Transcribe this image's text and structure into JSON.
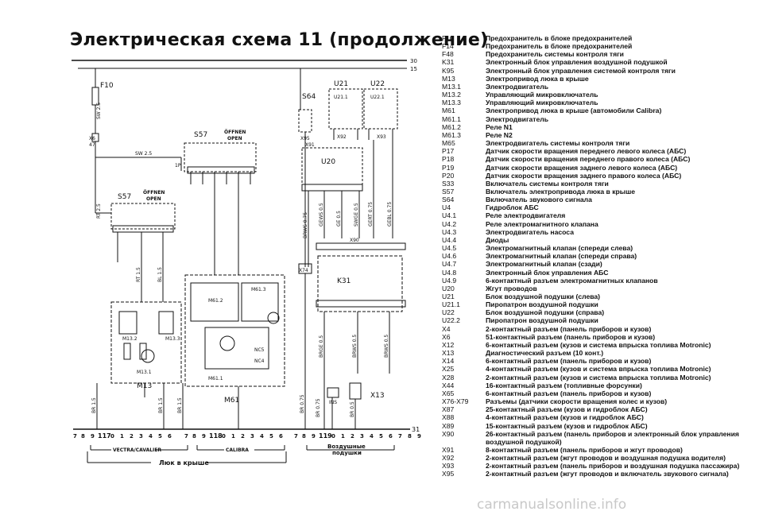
{
  "title": "Электрическая схема 11 (продолжение)",
  "legend": [
    {
      "code": "F10",
      "desc": "Предохранитель в блоке предохранителей"
    },
    {
      "code": "F14",
      "desc": "Предохранитель в блоке предохранителей"
    },
    {
      "code": "F48",
      "desc": "Предохранитель системы контроля тяги"
    },
    {
      "code": "K31",
      "desc": "Электронный блок управления воздушной подушкой"
    },
    {
      "code": "K95",
      "desc": "Электронный блок управления системой контроля тяги"
    },
    {
      "code": "M13",
      "desc": "Электропривод люка в крыше"
    },
    {
      "code": "M13.1",
      "desc": "Электродвигатель"
    },
    {
      "code": "M13.2",
      "desc": "Управляющий микровключатель"
    },
    {
      "code": "M13.3",
      "desc": "Управляющий микровключатель"
    },
    {
      "code": "M61",
      "desc": "Электропривод люка в крыше (автомобили Calibra)"
    },
    {
      "code": "M61.1",
      "desc": "Электродвигатель"
    },
    {
      "code": "M61.2",
      "desc": "Реле N1"
    },
    {
      "code": "M61.3",
      "desc": "Реле N2"
    },
    {
      "code": "M65",
      "desc": "Электродвигатель системы контроля тяги"
    },
    {
      "code": "P17",
      "desc": "Датчик скорости вращения переднего левого колеса (АБС)"
    },
    {
      "code": "P18",
      "desc": "Датчик скорости вращения переднего правого колеса (АБС)"
    },
    {
      "code": "P19",
      "desc": "Датчик скорости вращения заднего левого колеса (АБС)"
    },
    {
      "code": "P20",
      "desc": "Датчик скорости вращения заднего правого колеса (АБС)"
    },
    {
      "code": "S33",
      "desc": "Включатель системы контроля тяги"
    },
    {
      "code": "S57",
      "desc": "Включатель электропривода люка в крыше"
    },
    {
      "code": "S64",
      "desc": "Включатель звукового сигнала"
    },
    {
      "code": "U4",
      "desc": "Гидроблок АБС"
    },
    {
      "code": "U4.1",
      "desc": "Реле электродвигателя"
    },
    {
      "code": "U4.2",
      "desc": "Реле электромагнитного клапана"
    },
    {
      "code": "U4.3",
      "desc": "Электродвигатель насоса"
    },
    {
      "code": "U4.4",
      "desc": "Диоды"
    },
    {
      "code": "U4.5",
      "desc": "Электромагнитный клапан (спереди слева)"
    },
    {
      "code": "U4.6",
      "desc": "Электромагнитный клапан (спереди справа)"
    },
    {
      "code": "U4.7",
      "desc": "Электромагнитный клапан (сзади)"
    },
    {
      "code": "U4.8",
      "desc": "Электронный блок управления АБС"
    },
    {
      "code": "U4.9",
      "desc": "6-контактный разъем электромагнитных клапанов"
    },
    {
      "code": "U20",
      "desc": "Жгут проводов"
    },
    {
      "code": "U21",
      "desc": "Блок воздушной подушки (слева)"
    },
    {
      "code": "U21.1",
      "desc": "Пиропатрон воздушной подушки"
    },
    {
      "code": "U22",
      "desc": "Блок воздушной подушки (справа)"
    },
    {
      "code": "U22.2",
      "desc": "Пиропатрон воздушной подушки"
    },
    {
      "code": "X4",
      "desc": "2-контактный разъем (панель приборов и кузов)"
    },
    {
      "code": "X6",
      "desc": "51-контактный разъем (панель приборов и кузов)"
    },
    {
      "code": "X12",
      "desc": "6-контактный разъем (кузов и система впрыска топлива Motronic)"
    },
    {
      "code": "X13",
      "desc": "Диагностический разъем (10 конт.)"
    },
    {
      "code": "X14",
      "desc": "6-контактный разъем (панель приборов и кузов)"
    },
    {
      "code": "X25",
      "desc": "4-контактный разъем (кузов и система впрыска топлива Motronic)"
    },
    {
      "code": "X28",
      "desc": "2-контактный разъем (кузов и система впрыска топлива Motronic)"
    },
    {
      "code": "X44",
      "desc": "16-контактный разъем (топливные форсунки)"
    },
    {
      "code": "X65",
      "desc": "6-контактный разъем (панель приборов и кузов)"
    },
    {
      "code": "X76-X79",
      "desc": "Разъемы (датчики скорости вращения колес и кузов)"
    },
    {
      "code": "X87",
      "desc": "25-контактный разъем (кузов и гидроблок АБС)"
    },
    {
      "code": "X88",
      "desc": "4-контактный разъем (кузов и гидроблок АБС)"
    },
    {
      "code": "X89",
      "desc": "15-контактный разъем (кузов и гидроблок АБС)"
    },
    {
      "code": "X90",
      "desc": "26-контактный разъем (панель приборов и электронный блок управления воздушной подушкой)"
    },
    {
      "code": "X91",
      "desc": "8-контактный разъем (панель приборов и жгут проводов)"
    },
    {
      "code": "X92",
      "desc": "2-контактный разъем (жгут проводов и воздушная подушка водителя)"
    },
    {
      "code": "X93",
      "desc": "2-контактный разъем (панель приборов и воздушная подушка пассажира)"
    },
    {
      "code": "X95",
      "desc": "2-контактный разъем (жгут проводов и включатель звукового сигнала)"
    }
  ],
  "diagram": {
    "rail_labels": {
      "r30": "30",
      "r15": "15",
      "r31": "31"
    },
    "components": {
      "F10": "F10",
      "S57a": "S57",
      "S57b": "S57",
      "M13": "M13",
      "M13_1": "M13.1",
      "M13_2": "M13.2",
      "M13_3": "M13.3",
      "M61": "M61",
      "M61_1": "M61.1",
      "M61_2": "M61.2",
      "M61_3": "M61.3",
      "S64": "S64",
      "U20": "U20",
      "U21": "U21",
      "U21_1": "U21.1",
      "U22": "U22",
      "U22_1": "U22.1",
      "K31": "K31",
      "X13": "X13",
      "X90": "X90",
      "X91": "X91",
      "X92": "X92",
      "X93": "X93",
      "X95": "X95",
      "X74": "X74",
      "NC5": "NC5",
      "NC4": "NC4"
    },
    "switch_labels": {
      "oeffnen": "ÖFFNEN",
      "open": "OPEN"
    },
    "wires": {
      "w1": "SW 2.5",
      "w2": "SW 2.5",
      "w3": "RT 2.5",
      "w4": "RT 1.5",
      "w5": "BL 1.5",
      "w6": "BR 1.5",
      "w7": "BR 1.5",
      "w8": "BR 1.5",
      "w9": "BR 0.75",
      "w10": "BRWS 0.75",
      "w11": "GEWS 0.5",
      "w12": "GE 0.5",
      "w13": "SWGE 0.5",
      "w14": "GERT 0.75",
      "w15": "GEBL 0.75",
      "w16": "BRGE 0.5",
      "w17": "BRWS 0.5",
      "w18": "BRWS 0.5",
      "w19": "BR 0.75",
      "w20": "BR 0.5"
    },
    "bottom": {
      "g1": {
        "head": "7",
        "num": "117",
        "pins": [
          "8",
          "9",
          "0",
          "1",
          "2",
          "3",
          "4",
          "5",
          "6"
        ]
      },
      "g2": {
        "head": "7",
        "num": "118",
        "pins": [
          "8",
          "9",
          "0",
          "1",
          "2",
          "3",
          "4",
          "5",
          "6"
        ]
      },
      "g3": {
        "head": "7",
        "num": "119",
        "pins": [
          "8",
          "9",
          "0",
          "1",
          "2",
          "3",
          "4",
          "5",
          "6",
          "7",
          "8",
          "9"
        ]
      },
      "vectra": "VECTRA/CAVALIER",
      "calibra": "CALIBRA",
      "roof": "Люк в крыше",
      "airbags_1": "Воздушные",
      "airbags_2": "подушки"
    },
    "misc": {
      "x47": "47",
      "x46": "X6",
      "pin1p": "1P",
      "ins": "INS"
    }
  },
  "watermark": "carmanualsonline.info"
}
